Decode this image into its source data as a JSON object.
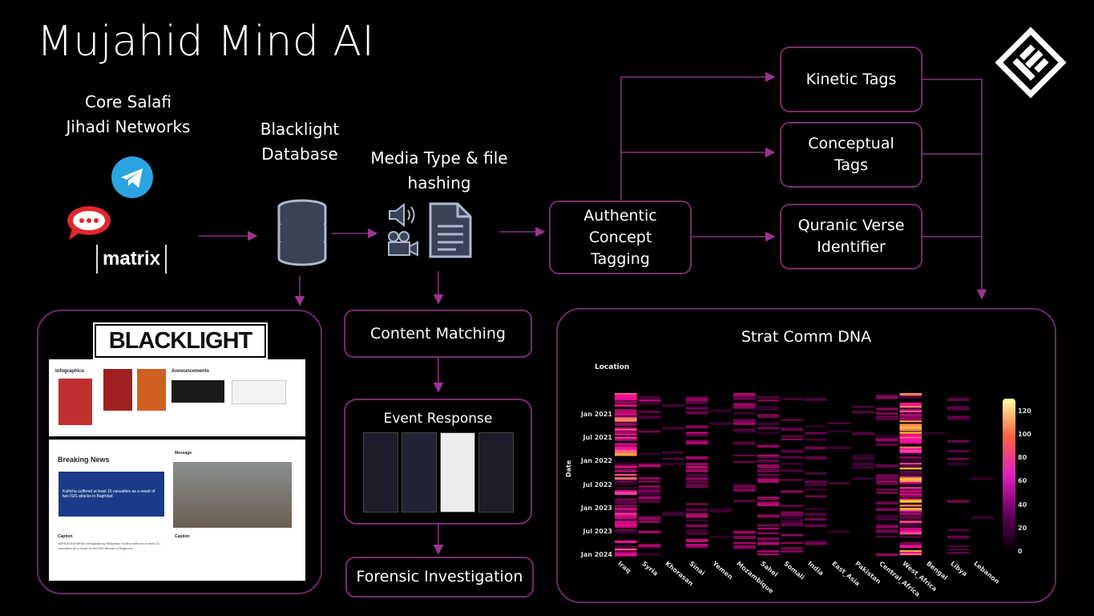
{
  "title": "Mujahid Mind AI",
  "sources": {
    "line1": "Core Salafi",
    "line2": "Jihadi Networks",
    "matrix_label": "matrix"
  },
  "database": {
    "line1": "Blacklight",
    "line2": "Database"
  },
  "media": {
    "line1": "Media Type & file",
    "line2": "hashing"
  },
  "authentic": {
    "line1": "Authentic",
    "line2": "Concept",
    "line3": "Tagging"
  },
  "tags": {
    "kinetic": "Kinetic Tags",
    "conceptual1": "Conceptual",
    "conceptual2": "Tags",
    "quranic1": "Quranic Verse",
    "quranic2": "Identifier"
  },
  "content_matching": "Content Matching",
  "event_response": "Event Response",
  "forensic": "Forensic Investigation",
  "blacklight_panel": {
    "logo": "BLACKLIGHT",
    "infographics": "Infographics",
    "announcements": "Announcements",
    "breaking_news": "Breaking News",
    "message": "Message",
    "caption": "Caption",
    "news_headline": "Kufiicha suffered at least 15 casualties as a result of two ISIS attacks in Baghdad",
    "caption_text": "#BREAKINGNEWS #MujahidIraq #Baghdad Kufiiha suffered at least 15 casualties as a result of two ISIS attacks in Baghdad"
  },
  "strat_comm": {
    "title": "Strat Comm DNA",
    "colors": {
      "low": "#3a0030",
      "mid": "#e020c0",
      "high": "#ffe000"
    }
  },
  "chart_data": {
    "type": "heatmap",
    "title": "",
    "xlabel": "Location",
    "ylabel": "Date",
    "categories": [
      "Iraq",
      "Syria",
      "Khorasan",
      "Sinai",
      "Yemen",
      "Mozambique",
      "Sahel",
      "Somali",
      "India",
      "East_Asia",
      "Pakistan",
      "Central_Africa",
      "West_Africa",
      "Bengal",
      "Libya",
      "Lebanon"
    ],
    "y_ticks": [
      "Jan 2021",
      "Jul 2021",
      "Jan 2022",
      "Jul 2022",
      "Jan 2023",
      "Jul 2023",
      "Jan 2024"
    ],
    "colorbar": {
      "min": 0,
      "max": 130,
      "ticks": [
        0,
        20,
        40,
        60,
        80,
        100,
        120
      ]
    },
    "column_intensity": [
      0.75,
      0.4,
      0.12,
      0.45,
      0.05,
      0.35,
      0.4,
      0.3,
      0.2,
      0.12,
      0.15,
      0.3,
      0.9,
      0.05,
      0.2,
      0.05
    ]
  }
}
